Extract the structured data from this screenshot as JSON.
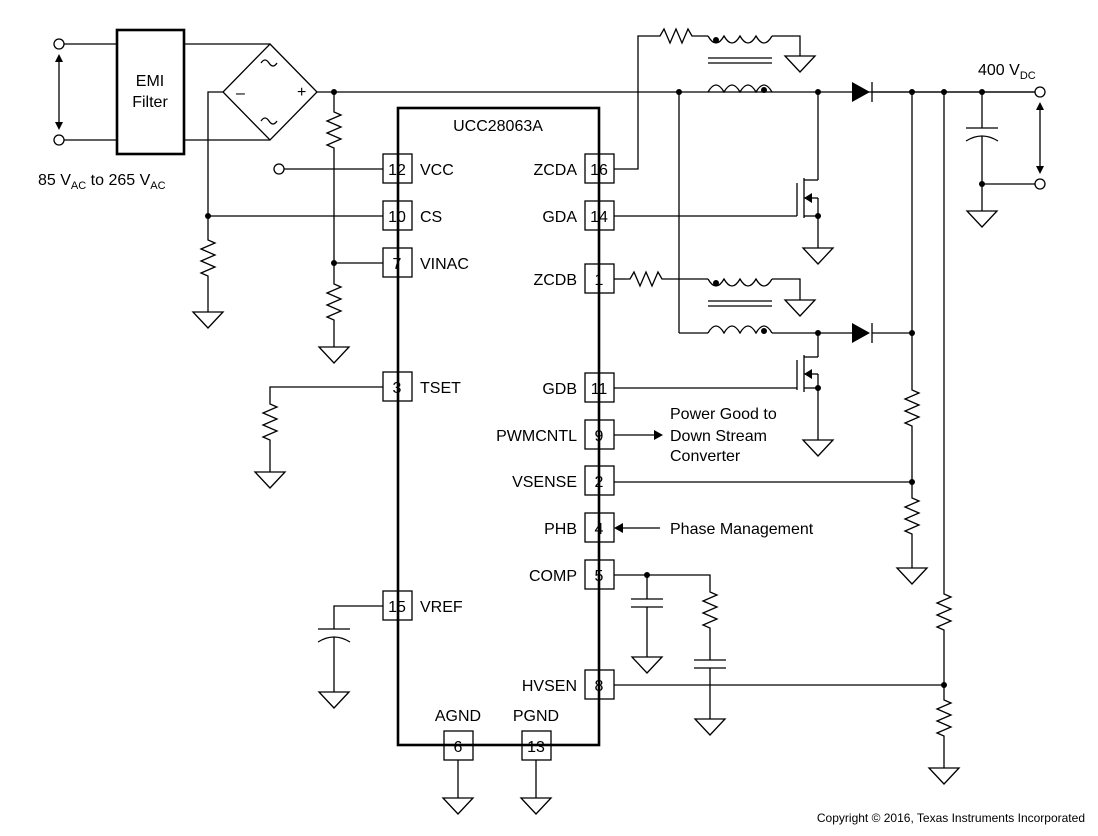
{
  "diagram": {
    "ic_name": "UCC28063A",
    "emi": {
      "line1": "EMI",
      "line2": "Filter"
    },
    "input_range": {
      "a": "85 V",
      "a_sub": "AC",
      "b": " to 265 V",
      "b_sub": "AC"
    },
    "output": {
      "main": "400 V",
      "sub": "DC"
    },
    "bridge": {
      "minus": "–",
      "plus": "+"
    },
    "pins_left": [
      {
        "num": "12",
        "name": "VCC"
      },
      {
        "num": "10",
        "name": "CS"
      },
      {
        "num": "7",
        "name": "VINAC"
      },
      {
        "num": "3",
        "name": "TSET"
      },
      {
        "num": "15",
        "name": "VREF"
      }
    ],
    "pins_right": [
      {
        "num": "16",
        "name": "ZCDA"
      },
      {
        "num": "14",
        "name": "GDA"
      },
      {
        "num": "1",
        "name": "ZCDB"
      },
      {
        "num": "11",
        "name": "GDB"
      },
      {
        "num": "9",
        "name": "PWMCNTL"
      },
      {
        "num": "2",
        "name": "VSENSE"
      },
      {
        "num": "4",
        "name": "PHB"
      },
      {
        "num": "5",
        "name": "COMP"
      },
      {
        "num": "8",
        "name": "HVSEN"
      }
    ],
    "pins_bottom": [
      {
        "num": "6",
        "name": "AGND"
      },
      {
        "num": "13",
        "name": "PGND"
      }
    ],
    "notes": {
      "power_good_1": "Power Good to",
      "power_good_2": "Down Stream",
      "power_good_3": "Converter",
      "phase_mgmt": "Phase Management"
    },
    "copyright": "Copyright © 2016, Texas Instruments Incorporated"
  }
}
